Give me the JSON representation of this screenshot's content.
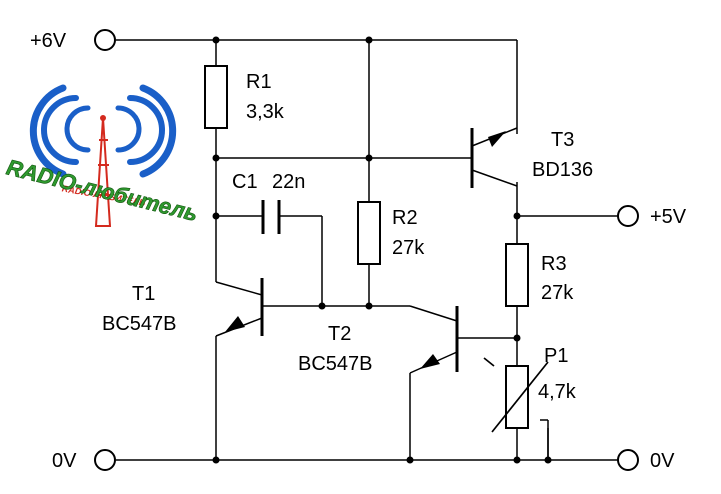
{
  "schematic": {
    "terminals": {
      "vcc": "+6V",
      "out": "+5V",
      "gnd_left": "0V",
      "gnd_right": "0V"
    },
    "components": {
      "R1": {
        "ref": "R1",
        "value": "3,3k"
      },
      "R2": {
        "ref": "R2",
        "value": "27k"
      },
      "R3": {
        "ref": "R3",
        "value": "27k"
      },
      "P1": {
        "ref": "P1",
        "value": "4,7k"
      },
      "C1": {
        "ref": "C1",
        "value": "22n"
      },
      "T1": {
        "ref": "T1",
        "value": "BC547B"
      },
      "T2": {
        "ref": "T2",
        "value": "BC547B"
      },
      "T3": {
        "ref": "T3",
        "value": "BD136"
      }
    },
    "colors": {
      "wire": "#000000",
      "logo_blue": "#1a5fc8",
      "logo_red": "#d42a1e",
      "logo_green": "#2f9a2f"
    }
  },
  "logo": {
    "main_text": "RADIO-любитель",
    "small_text": "RADIO-ЛЮБИТЕЛЬ"
  }
}
